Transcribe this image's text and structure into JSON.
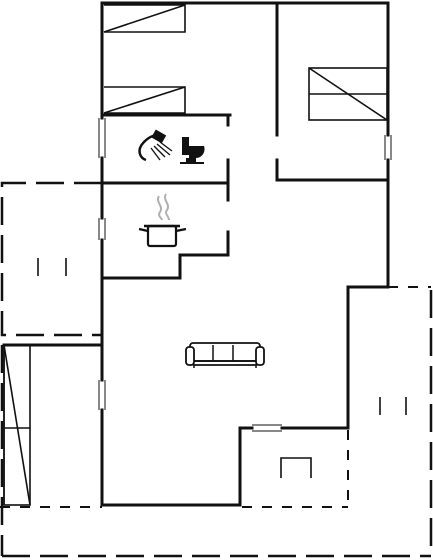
{
  "rooms": [
    "bedroom",
    "bedroom",
    "bathroom",
    "kitchen",
    "living-room",
    "terrace",
    "terrace",
    "entrance"
  ],
  "icons": [
    "shower-icon",
    "toilet-icon",
    "cooking-pot-icon",
    "sofa-icon",
    "bed-icon",
    "bunk-bed-icon"
  ],
  "colors": {
    "wall": "#111111",
    "background": "#ffffff"
  }
}
